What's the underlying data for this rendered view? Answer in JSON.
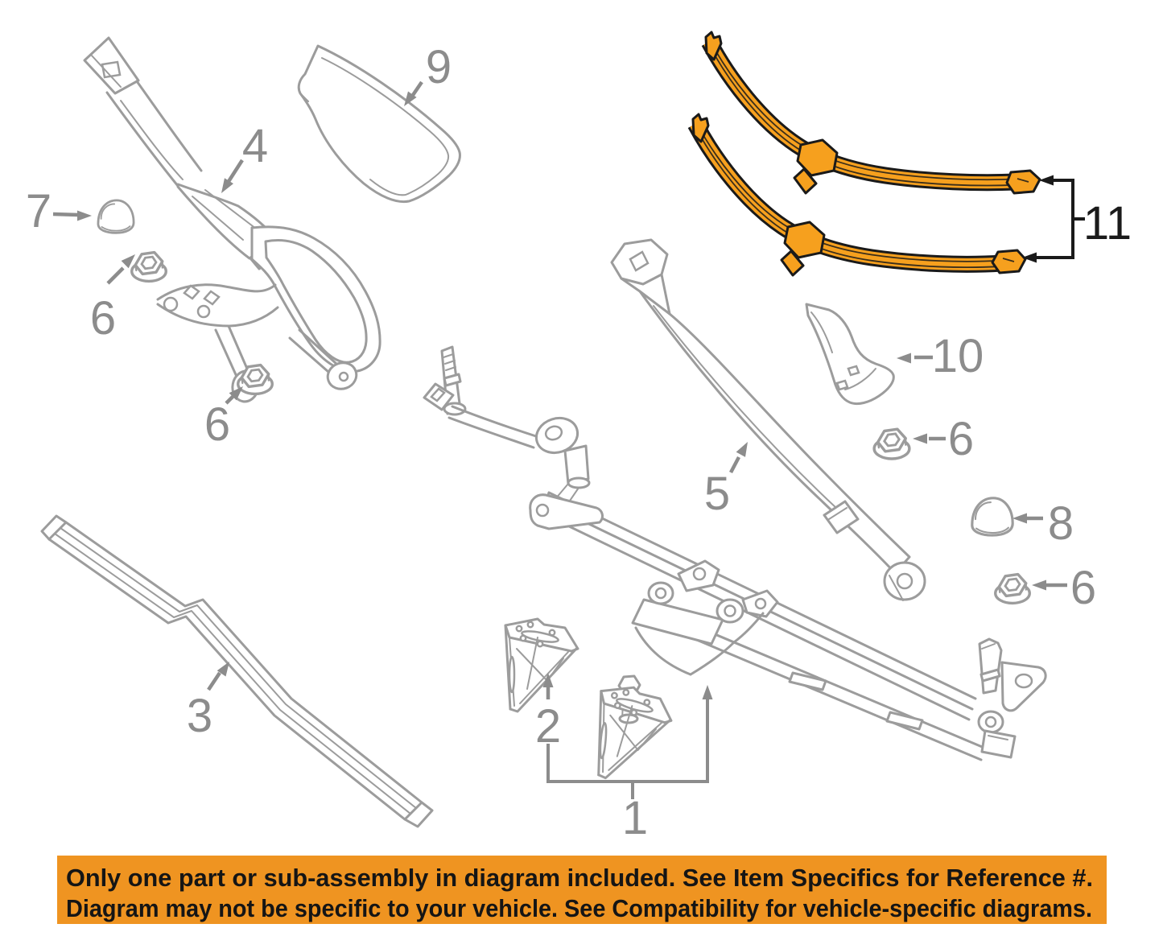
{
  "colors": {
    "highlight_orange": "#F6A01E",
    "banner_background": "#EF9421",
    "line_art_gray": "#9C9C9C",
    "callout_gray": "#8C8C8C",
    "callout_black": "#1A1A1A"
  },
  "diagram": {
    "callouts": {
      "c1": "1",
      "c2": "2",
      "c3": "3",
      "c4": "4",
      "c5": "5",
      "c6a": "6",
      "c6b": "6",
      "c6c": "6",
      "c6d": "6",
      "c7": "7",
      "c8": "8",
      "c9": "9",
      "c10": "10",
      "c11": "11"
    }
  },
  "banner": {
    "line1": "Only one part or sub-assembly in diagram included. See Item Specifics for Reference #.",
    "line2": "Diagram may not be specific to your vehicle. See Compatibility for vehicle-specific diagrams."
  }
}
